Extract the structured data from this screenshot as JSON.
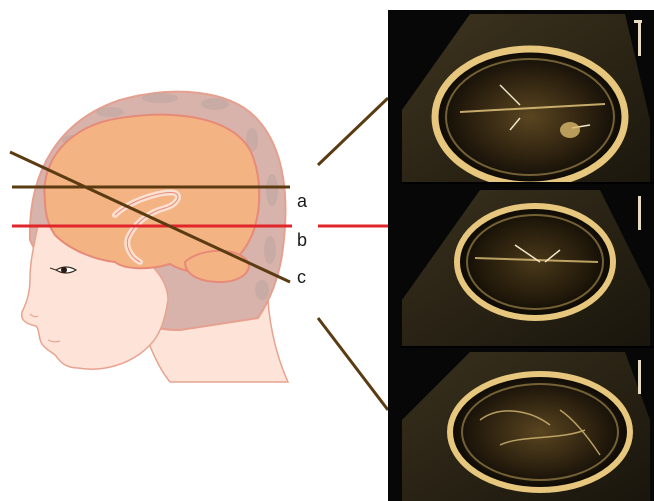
{
  "figure": {
    "planes": [
      {
        "id": "a",
        "label": "a",
        "color": "#5a3b12"
      },
      {
        "id": "b",
        "label": "b",
        "color": "#e0262a"
      },
      {
        "id": "c",
        "label": "c",
        "color": "#5a3b12"
      }
    ],
    "colors": {
      "skull_outline": "#e6a090",
      "skull_fill": "#d7b3ab",
      "skull_texture": "#bca5a0",
      "skin": "#fde3d8",
      "skin_outline": "#e8a390",
      "brain_fill": "#f4b383",
      "brain_outline": "#e78a78",
      "ultrasound_background": "#070707",
      "ultrasound_echo": "#e7c67d",
      "leader_line": "#5a3b12",
      "label_text": "#1a1a1a"
    },
    "ultrasound_panels": [
      {
        "id": "panel-a",
        "plane": "a"
      },
      {
        "id": "panel-b",
        "plane": "b"
      },
      {
        "id": "panel-c",
        "plane": "c"
      }
    ]
  }
}
